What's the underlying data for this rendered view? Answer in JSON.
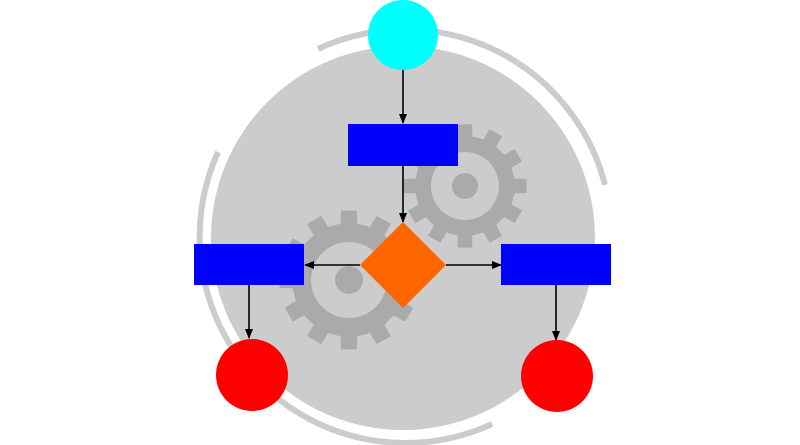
{
  "colors": {
    "background": "#ffffff",
    "disc": "#cccccc",
    "ring": "#cccccc",
    "gear": "#aaaaaa",
    "start_node": "#00ffff",
    "process": "#0000ff",
    "decision": "#ff6600",
    "end_node": "#ff0000",
    "arrow": "#000000"
  },
  "icons": {
    "background_gears": "gear-icon"
  },
  "nodes": [
    {
      "id": "start",
      "shape": "circle"
    },
    {
      "id": "process-top",
      "shape": "rectangle"
    },
    {
      "id": "decision",
      "shape": "diamond"
    },
    {
      "id": "process-left",
      "shape": "rectangle"
    },
    {
      "id": "process-right",
      "shape": "rectangle"
    },
    {
      "id": "end-left",
      "shape": "circle"
    },
    {
      "id": "end-right",
      "shape": "circle"
    }
  ],
  "edges": [
    {
      "from": "start",
      "to": "process-top"
    },
    {
      "from": "process-top",
      "to": "decision"
    },
    {
      "from": "decision",
      "to": "process-left"
    },
    {
      "from": "decision",
      "to": "process-right"
    },
    {
      "from": "process-left",
      "to": "end-left"
    },
    {
      "from": "process-right",
      "to": "end-right"
    }
  ]
}
